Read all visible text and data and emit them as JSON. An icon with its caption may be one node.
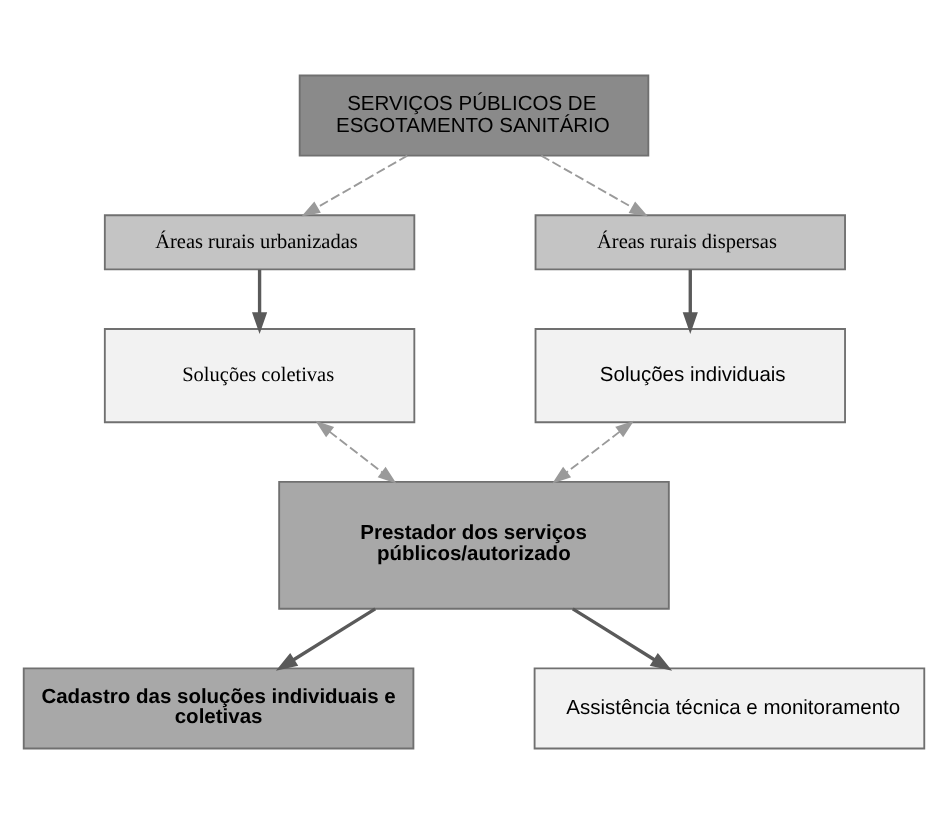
{
  "diagram": {
    "nodes": [
      {
        "text": [
          "SERVIÇOS PÚBLICOS DE ESGOTAMENTO SANITÁRIO"
        ]
      },
      {
        "text": [
          "Áreas rurais urbanizadas"
        ]
      },
      {
        "text": [
          "Áreas rurais dispersas"
        ]
      },
      {
        "text": [
          "Soluções coletivas"
        ]
      },
      {
        "text": [
          "Soluções individuais"
        ]
      },
      {
        "text": [
          "Prestador dos serviços públicos/autorizado"
        ]
      },
      {
        "text": [
          "Cadastro das soluções individuais e coletivas"
        ]
      },
      {
        "text": [
          "Assistência técnica e monitoramento"
        ]
      }
    ],
    "edges": [
      {
        "from": 0,
        "to": 1,
        "arrow": "to",
        "style": "dashed",
        "color": "#9a9a9a"
      },
      {
        "from": 0,
        "to": 2,
        "arrow": "to",
        "style": "dashed",
        "color": "#9a9a9a"
      },
      {
        "from": 1,
        "to": 3,
        "arrow": "to"
      },
      {
        "from": 2,
        "to": 4,
        "arrow": "to"
      },
      {
        "from": 3,
        "to": 5,
        "arrow": "both",
        "style": "dashed",
        "color": "#9a9a9a"
      },
      {
        "from": 4,
        "to": 5,
        "arrow": "both",
        "style": "dashed",
        "color": "#9a9a9a"
      },
      {
        "from": 5,
        "to": 6,
        "arrow": "to"
      },
      {
        "from": 5,
        "to": 7,
        "arrow": "to"
      }
    ]
  }
}
